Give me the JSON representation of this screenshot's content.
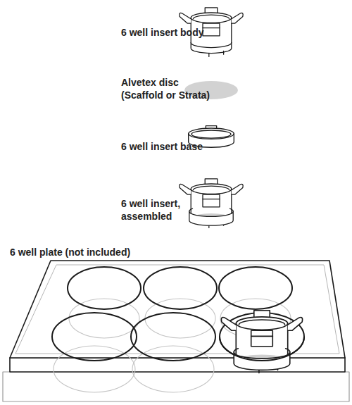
{
  "diagram": {
    "labels": [
      "6 well insert body",
      "Alvetex disc (Scaffold or Strata)",
      "6 well insert base",
      "6 well insert, assembled",
      "6 well plate (not included)"
    ]
  }
}
